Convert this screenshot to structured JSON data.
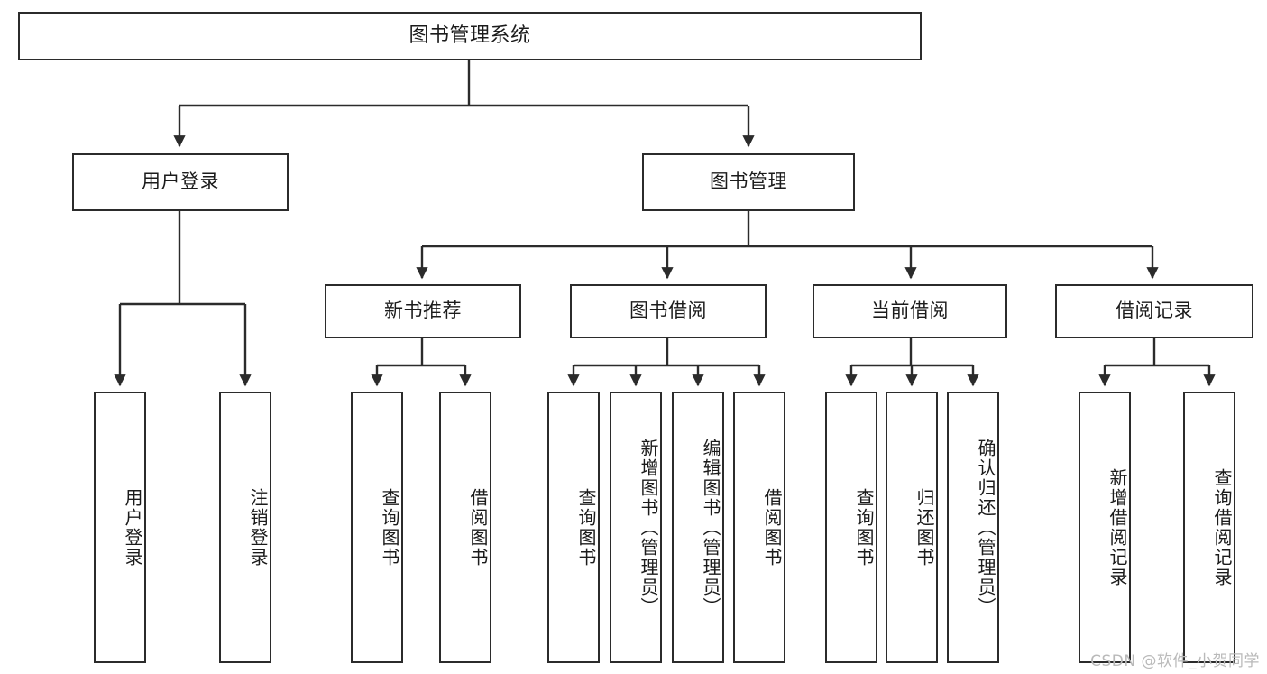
{
  "diagram": {
    "type": "tree-hierarchy",
    "orientation": "top-down",
    "title": "图书管理系统",
    "colors": {
      "box_border": "#2b2b2b",
      "box_fill": "#ffffff",
      "edge": "#2b2b2b",
      "text": "#1b1b1b",
      "watermark": "#b9b9b9",
      "background": "#ffffff"
    },
    "watermark": "CSDN @软件_小贺同学",
    "levels": {
      "level1": "系统",
      "level2": "模块",
      "level3": "子模块",
      "level4": "功能"
    },
    "nodes": {
      "root": {
        "label": "图书管理系统"
      },
      "level2": [
        {
          "label": "用户登录"
        },
        {
          "label": "图书管理"
        }
      ],
      "level3": [
        {
          "label": "新书推荐"
        },
        {
          "label": "图书借阅"
        },
        {
          "label": "当前借阅"
        },
        {
          "label": "借阅记录"
        }
      ],
      "leaves": {
        "user_login": [
          {
            "label": "用户登录"
          },
          {
            "label": "注销登录"
          }
        ],
        "new_book_recommend": [
          {
            "label": "查询图书"
          },
          {
            "label": "借阅图书"
          }
        ],
        "book_borrow": [
          {
            "label": "查询图书"
          },
          {
            "label": "新增图书（管理员）"
          },
          {
            "label": "编辑图书（管理员）"
          },
          {
            "label": "借阅图书"
          }
        ],
        "current_borrow": [
          {
            "label": "查询图书"
          },
          {
            "label": "归还图书"
          },
          {
            "label": "确认归还（管理员）"
          }
        ],
        "borrow_record": [
          {
            "label": "新增借阅记录"
          },
          {
            "label": "查询借阅记录"
          }
        ]
      }
    }
  }
}
